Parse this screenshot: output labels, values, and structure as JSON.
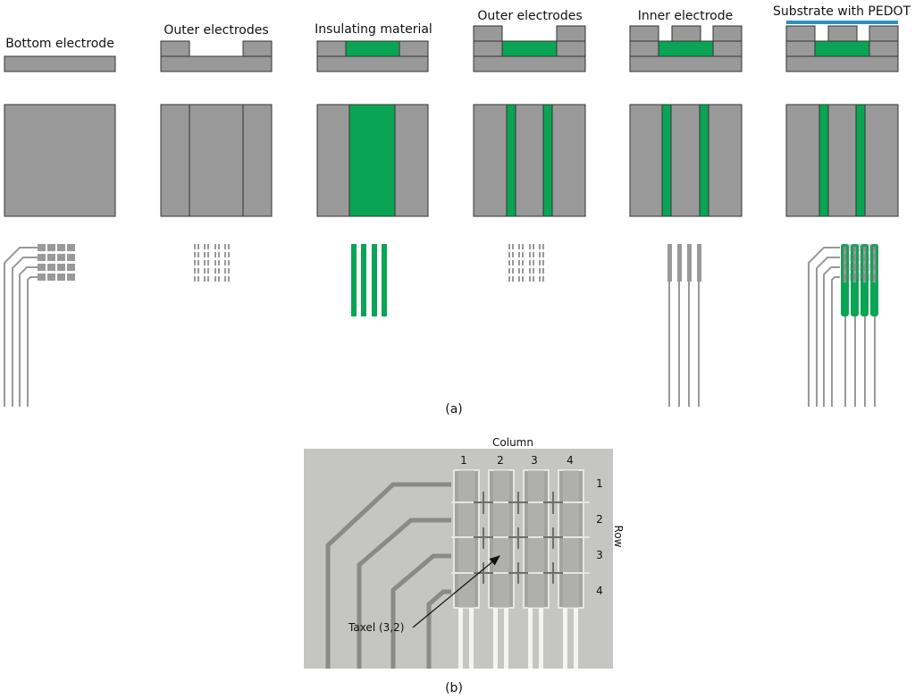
{
  "colors": {
    "electrode": "#999999",
    "insulator": "#0aa455",
    "pedot": "#2e8fc0",
    "outline": "#333333",
    "photo_bg": "#c9c9c7"
  },
  "panel_a": {
    "stage_labels": [
      "Bottom electrode",
      "Outer electrodes",
      "Insulating material",
      "Outer electrodes",
      "Inner electrode",
      "Substrate with PEDOT"
    ],
    "caption": "(a)"
  },
  "panel_b": {
    "column_title": "Column",
    "column_numbers": [
      "1",
      "2",
      "3",
      "4"
    ],
    "row_title": "Row",
    "row_numbers": [
      "1",
      "2",
      "3",
      "4"
    ],
    "annotation": "Taxel (3,2)",
    "caption": "(b)"
  }
}
